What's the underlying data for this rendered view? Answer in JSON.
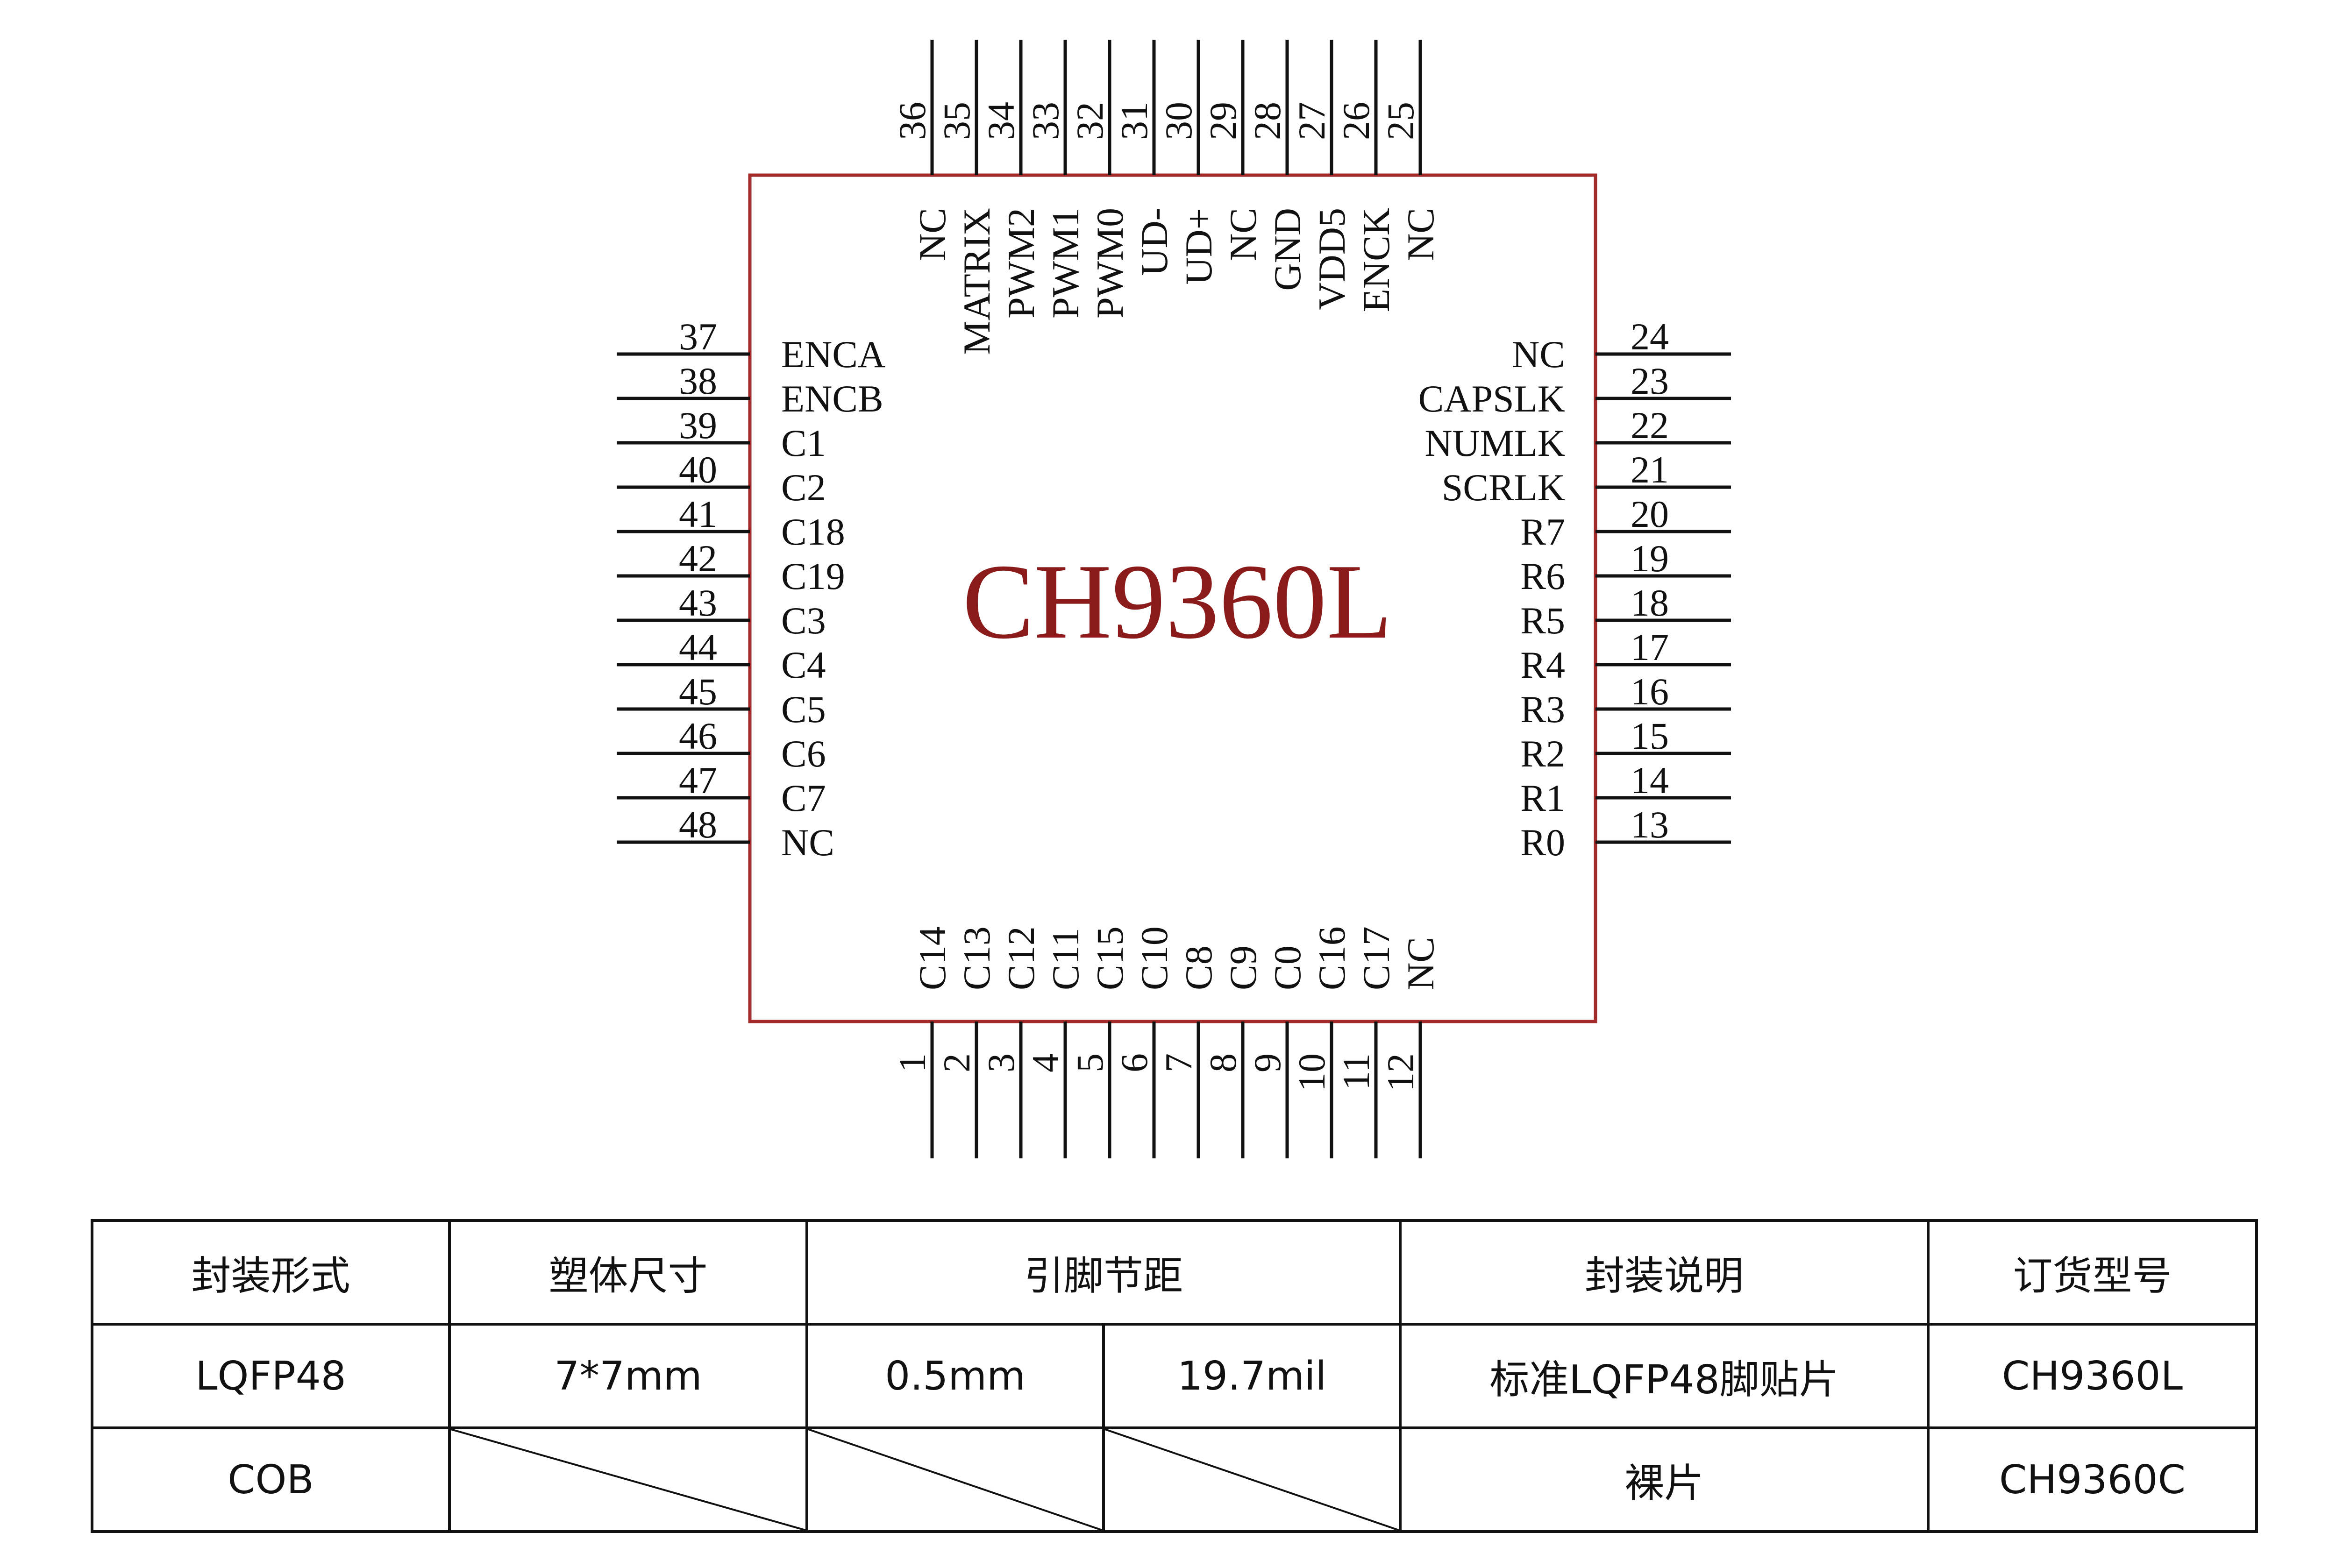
{
  "chip": {
    "title": "CH9360L",
    "title_color": "#8b1a1a",
    "outline_color": "#a52a2a",
    "pin_line_color": "#111111"
  },
  "pins": [
    {
      "num": "1",
      "name": "C14"
    },
    {
      "num": "2",
      "name": "C13"
    },
    {
      "num": "3",
      "name": "C12"
    },
    {
      "num": "4",
      "name": "C11"
    },
    {
      "num": "5",
      "name": "C15"
    },
    {
      "num": "6",
      "name": "C10"
    },
    {
      "num": "7",
      "name": "C8"
    },
    {
      "num": "8",
      "name": "C9"
    },
    {
      "num": "9",
      "name": "C0"
    },
    {
      "num": "10",
      "name": "C16"
    },
    {
      "num": "11",
      "name": "C17"
    },
    {
      "num": "12",
      "name": "NC"
    },
    {
      "num": "13",
      "name": "R0"
    },
    {
      "num": "14",
      "name": "R1"
    },
    {
      "num": "15",
      "name": "R2"
    },
    {
      "num": "16",
      "name": "R3"
    },
    {
      "num": "17",
      "name": "R4"
    },
    {
      "num": "18",
      "name": "R5"
    },
    {
      "num": "19",
      "name": "R6"
    },
    {
      "num": "20",
      "name": "R7"
    },
    {
      "num": "21",
      "name": "SCRLK"
    },
    {
      "num": "22",
      "name": "NUMLK"
    },
    {
      "num": "23",
      "name": "CAPSLK"
    },
    {
      "num": "24",
      "name": "NC"
    },
    {
      "num": "25",
      "name": "NC"
    },
    {
      "num": "26",
      "name": "ENCK"
    },
    {
      "num": "27",
      "name": "VDD5"
    },
    {
      "num": "28",
      "name": "GND"
    },
    {
      "num": "29",
      "name": "NC"
    },
    {
      "num": "30",
      "name": "UD+"
    },
    {
      "num": "31",
      "name": "UD-"
    },
    {
      "num": "32",
      "name": "PWM0"
    },
    {
      "num": "33",
      "name": "PWM1"
    },
    {
      "num": "34",
      "name": "PWM2"
    },
    {
      "num": "35",
      "name": "MATRIX"
    },
    {
      "num": "36",
      "name": "NC"
    },
    {
      "num": "37",
      "name": "ENCA"
    },
    {
      "num": "38",
      "name": "ENCB"
    },
    {
      "num": "39",
      "name": "C1"
    },
    {
      "num": "40",
      "name": "C2"
    },
    {
      "num": "41",
      "name": "C18"
    },
    {
      "num": "42",
      "name": "C19"
    },
    {
      "num": "43",
      "name": "C3"
    },
    {
      "num": "44",
      "name": "C4"
    },
    {
      "num": "45",
      "name": "C5"
    },
    {
      "num": "46",
      "name": "C6"
    },
    {
      "num": "47",
      "name": "C7"
    },
    {
      "num": "48",
      "name": "NC"
    }
  ],
  "table": {
    "headers": {
      "package_form": "封装形式",
      "body_size": "塑体尺寸",
      "pin_pitch": "引脚节距",
      "package_desc": "封装说明",
      "order_model": "订货型号"
    },
    "rows": [
      {
        "package_form": "LQFP48",
        "body_size": "7*7mm",
        "pitch_mm": "0.5mm",
        "pitch_mil": "19.7mil",
        "package_desc": "标准LQFP48脚贴片",
        "order_model": "CH9360L"
      },
      {
        "package_form": "COB",
        "body_size": "",
        "pitch_mm": "",
        "pitch_mil": "",
        "package_desc": "裸片",
        "order_model": "CH9360C"
      }
    ]
  }
}
